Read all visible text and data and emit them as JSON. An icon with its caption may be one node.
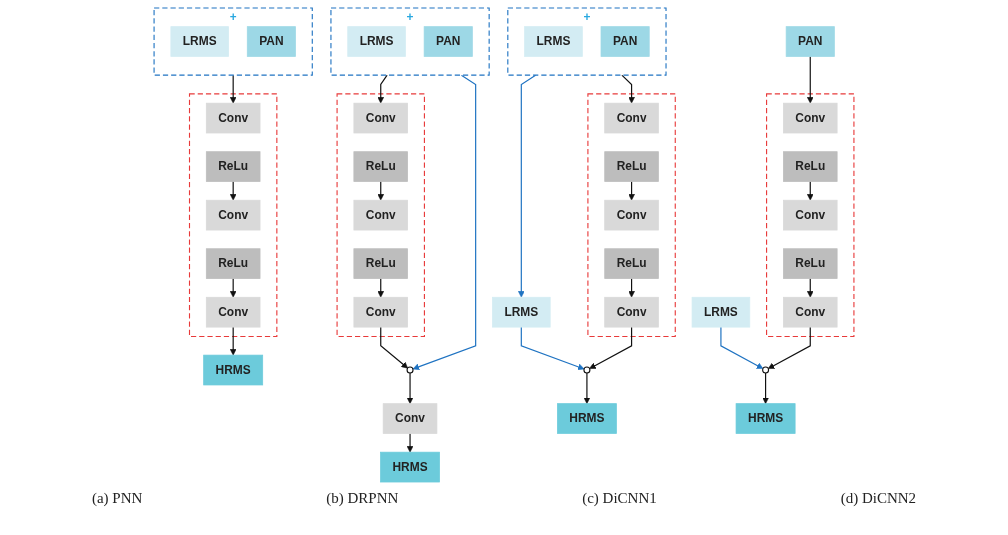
{
  "diagram": {
    "nodes": [
      {
        "text": [
          "+"
        ]
      },
      {
        "text": [
          "LRMS"
        ],
        "in": 0
      },
      {
        "text": [
          "PAN"
        ],
        "in": 0
      },
      {
        "text": [],
        "shape": "box"
      },
      {
        "text": [
          "Conv"
        ],
        "in": 3
      },
      {
        "text": [
          "ReLu"
        ],
        "in": 3
      },
      {
        "text": [
          "Conv"
        ],
        "in": 3
      },
      {
        "text": [
          "ReLu"
        ],
        "in": 3
      },
      {
        "text": [
          "Conv"
        ],
        "in": 3
      },
      {
        "text": [
          "HRMS"
        ]
      },
      {
        "text": [
          "+"
        ]
      },
      {
        "text": [
          "LRMS"
        ],
        "in": 10
      },
      {
        "text": [
          "PAN"
        ],
        "in": 10
      },
      {
        "text": [],
        "shape": "box"
      },
      {
        "text": [
          "Conv"
        ],
        "in": 13
      },
      {
        "text": [
          "ReLu"
        ],
        "in": 13
      },
      {
        "text": [
          "Conv"
        ],
        "in": 13
      },
      {
        "text": [
          "ReLu"
        ],
        "in": 13
      },
      {
        "text": [
          "Conv"
        ],
        "in": 13
      },
      {
        "text": [],
        "shape": "circle"
      },
      {
        "text": [
          "Conv"
        ]
      },
      {
        "text": [
          "HRMS"
        ]
      },
      {
        "text": [
          "+"
        ]
      },
      {
        "text": [
          "LRMS"
        ],
        "in": 22
      },
      {
        "text": [
          "PAN"
        ],
        "in": 22
      },
      {
        "text": [
          "LRMS"
        ]
      },
      {
        "text": [],
        "shape": "box"
      },
      {
        "text": [
          "Conv"
        ],
        "in": 26
      },
      {
        "text": [
          "ReLu"
        ],
        "in": 26
      },
      {
        "text": [
          "Conv"
        ],
        "in": 26
      },
      {
        "text": [
          "ReLu"
        ],
        "in": 26
      },
      {
        "text": [
          "Conv"
        ],
        "in": 26
      },
      {
        "text": [],
        "shape": "circle"
      },
      {
        "text": [
          "HRMS"
        ]
      },
      {
        "text": [
          "LRMS"
        ]
      },
      {
        "text": [
          "PAN"
        ]
      },
      {
        "text": [],
        "shape": "box"
      },
      {
        "text": [
          "Conv"
        ],
        "in": 36
      },
      {
        "text": [
          "ReLu"
        ],
        "in": 36
      },
      {
        "text": [
          "Conv"
        ],
        "in": 36
      },
      {
        "text": [
          "ReLu"
        ],
        "in": 36
      },
      {
        "text": [
          "Conv"
        ],
        "in": 36
      },
      {
        "text": [],
        "shape": "circle"
      },
      {
        "text": [
          "HRMS"
        ]
      }
    ],
    "edges": [
      {
        "from": 0,
        "to": 4,
        "arrow": "to"
      },
      {
        "from": 5,
        "to": 6,
        "arrow": "to"
      },
      {
        "from": 7,
        "to": 8,
        "arrow": "to"
      },
      {
        "from": 8,
        "to": 9,
        "arrow": "to"
      },
      {
        "from": 10,
        "to": 14,
        "arrow": "to"
      },
      {
        "from": 10,
        "to": 19,
        "arrow": "to",
        "color": "#1f73c2"
      },
      {
        "from": 15,
        "to": 16,
        "arrow": "to"
      },
      {
        "from": 17,
        "to": 18,
        "arrow": "to"
      },
      {
        "from": 18,
        "to": 19,
        "arrow": "to"
      },
      {
        "from": 19,
        "to": 20,
        "arrow": "to"
      },
      {
        "from": 20,
        "to": 21,
        "arrow": "to"
      },
      {
        "from": 22,
        "to": 25,
        "arrow": "to",
        "color": "#1f73c2"
      },
      {
        "from": 22,
        "to": 27,
        "arrow": "to"
      },
      {
        "from": 28,
        "to": 29,
        "arrow": "to"
      },
      {
        "from": 30,
        "to": 31,
        "arrow": "to"
      },
      {
        "from": 25,
        "to": 32,
        "arrow": "to",
        "color": "#1f73c2"
      },
      {
        "from": 31,
        "to": 32,
        "arrow": "to"
      },
      {
        "from": 32,
        "to": 33,
        "arrow": "to"
      },
      {
        "from": 35,
        "to": 37,
        "arrow": "to"
      },
      {
        "from": 38,
        "to": 39,
        "arrow": "to"
      },
      {
        "from": 40,
        "to": 41,
        "arrow": "to"
      },
      {
        "from": 34,
        "to": 42,
        "arrow": "to",
        "color": "#1f73c2"
      },
      {
        "from": 41,
        "to": 42,
        "arrow": "to"
      },
      {
        "from": 42,
        "to": 43,
        "arrow": "to"
      }
    ],
    "labels": [
      "(a) PNN",
      "(b) DRPNN",
      "(c) DiCNN1",
      "(d) DiCNN2"
    ]
  }
}
